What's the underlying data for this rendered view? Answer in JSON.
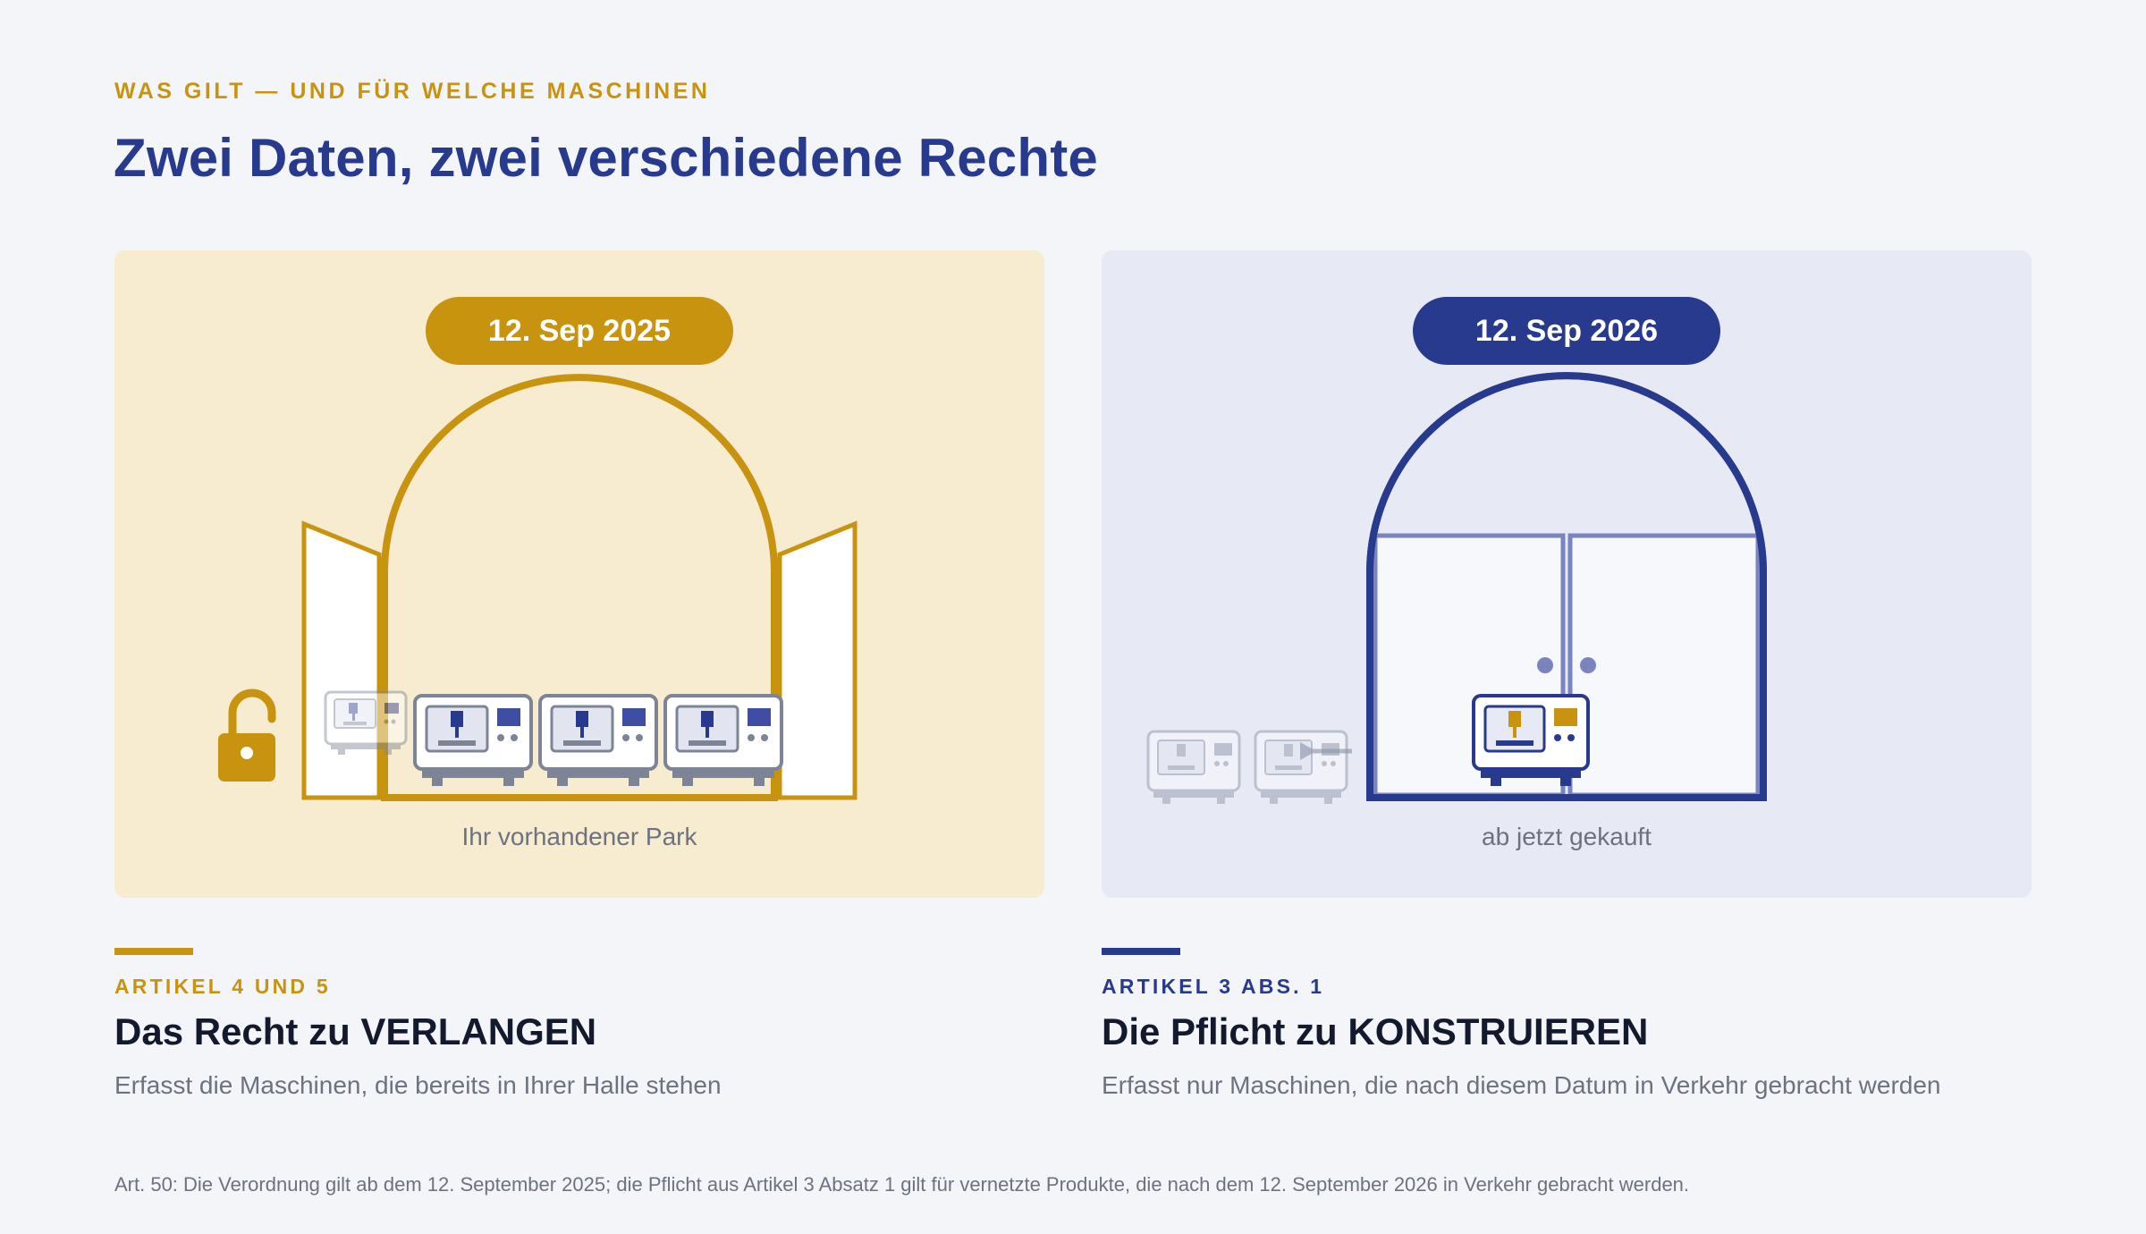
{
  "header": {
    "eyebrow": "WAS GILT — UND FÜR WELCHE MASCHINEN",
    "title": "Zwei Daten, zwei verschiedene Rechte"
  },
  "panels": [
    {
      "date_label": "12. Sep 2025",
      "caption": "Ihr vorhandener Park",
      "gate_state": "open",
      "lock_state": "unlocked",
      "machines_inside": 3,
      "accent": "#c8930f",
      "background": "#f7ebd0"
    },
    {
      "date_label": "12. Sep 2026",
      "caption": "ab jetzt gekauft",
      "gate_state": "closed",
      "machines_inside": 1,
      "machines_outside": 2,
      "accent": "#283a8e",
      "background": "#e7e9f5"
    }
  ],
  "articles": [
    {
      "label": "ARTIKEL 4 UND 5",
      "heading": "Das Recht zu VERLANGEN",
      "description": "Erfasst die Maschinen, die bereits in Ihrer Halle stehen"
    },
    {
      "label": "ARTIKEL 3 ABS. 1",
      "heading": "Die Pflicht zu KONSTRUIEREN",
      "description": "Erfasst nur Maschinen, die nach diesem Datum in Verkehr gebracht werden"
    }
  ],
  "footnote": "Art. 50: Die Verordnung gilt ab dem 12. September 2025; die Pflicht aus Artikel 3 Absatz 1 gilt für vernetzte Produkte, die nach dem 12. September 2026 in Verkehr gebracht werden.",
  "icons": [
    "unlocked-padlock-icon",
    "machine-icon",
    "arrow-right-icon"
  ],
  "colors": {
    "gold": "#c8930f",
    "navy": "#283a8e",
    "page_background": "#f4f5f9"
  }
}
